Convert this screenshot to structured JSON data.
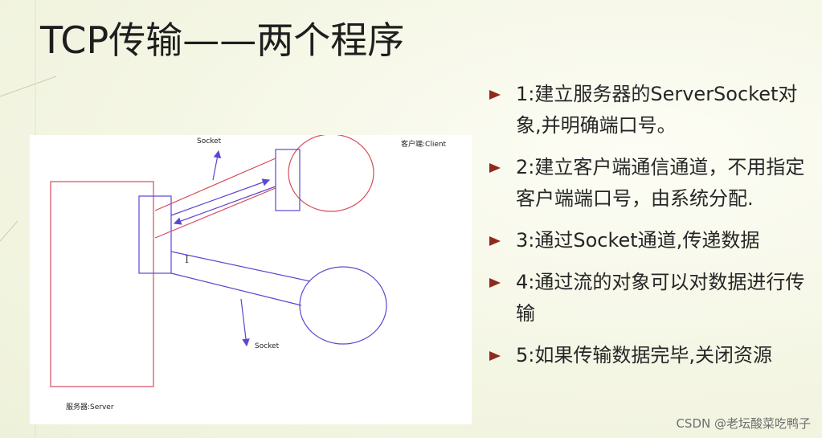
{
  "slide": {
    "title": "TCP传输——两个程序",
    "watermark": "CSDN @老坛酸菜吃鸭子"
  },
  "diagram": {
    "socket_top_label": "Socket",
    "socket_bottom_label": "Socket",
    "client_label": "客户端:Client",
    "server_label": "服务器:Server",
    "cursor_glyph": "I",
    "colors": {
      "red": "#d94b5a",
      "blue": "#5a48d1"
    }
  },
  "bullets": [
    {
      "text": "1:建立服务器的ServerSocket对象,并明确端口号。"
    },
    {
      "text": "2:建立客户端通信通道，不用指定客户端端口号，由系统分配."
    },
    {
      "text": "3:通过Socket通道,传递数据"
    },
    {
      "text": "4:通过流的对象可以对数据进行传输"
    },
    {
      "text": "5:如果传输数据完毕,关闭资源"
    }
  ]
}
